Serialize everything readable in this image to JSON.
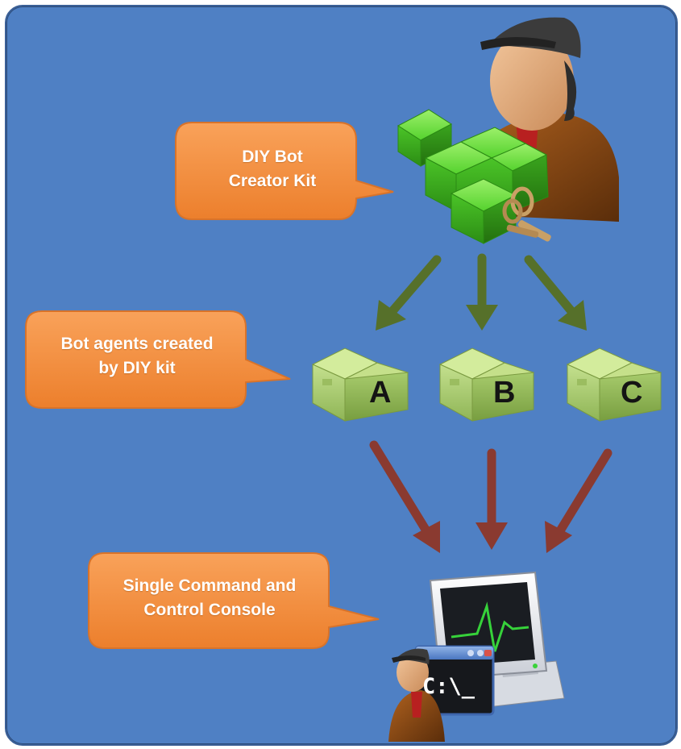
{
  "callouts": {
    "kit": "DIY Bot Creator Kit",
    "kit_line1": "DIY Bot",
    "kit_line2": "Creator Kit",
    "agents_line1": "Bot agents created",
    "agents_line2": "by DIY kit",
    "console_line1": "Single Command and",
    "console_line2": "Control Console"
  },
  "bots": [
    {
      "label": "A"
    },
    {
      "label": "B"
    },
    {
      "label": "C"
    }
  ],
  "console": {
    "prompt": "C:\\_"
  },
  "icons": {
    "creator": "hacker-avatar-icon",
    "kit": "green-cubes-icon",
    "keys": "keys-icon",
    "bot_box": "package-box-icon",
    "monitor": "monitor-icon",
    "terminal": "terminal-window-icon",
    "operator": "hacker-avatar-icon"
  },
  "colors": {
    "background": "#4f80c4",
    "callout": "#f28c3a",
    "arrow_green": "#56702a",
    "arrow_red": "#8a3a30",
    "box_green": "#b6d680",
    "cube_green": "#4cc82a"
  }
}
